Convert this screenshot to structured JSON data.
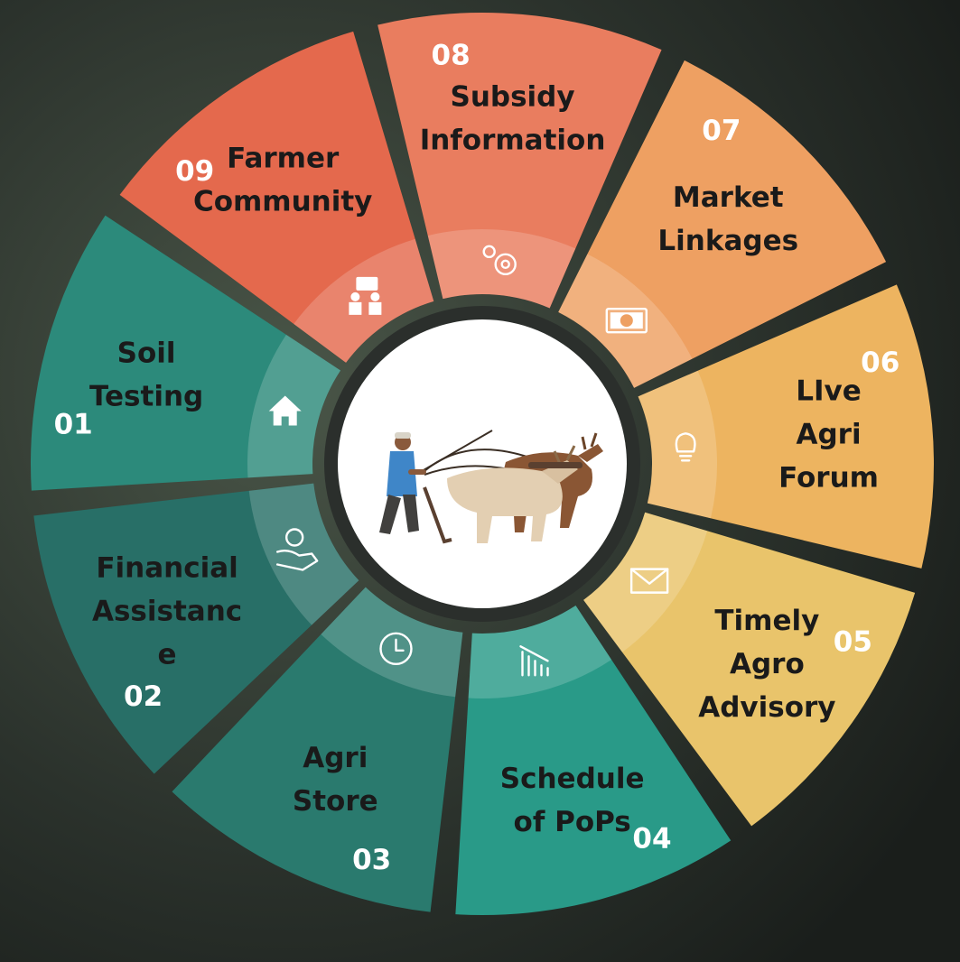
{
  "wheel": {
    "center_image": "farmer-ploughing-with-oxen",
    "segments": [
      {
        "number": "01",
        "title_lines": [
          "Soil",
          "Testing"
        ],
        "color": "#2c8a7b",
        "icon": "home-icon"
      },
      {
        "number": "09",
        "title_lines": [
          "Farmer",
          "Community"
        ],
        "color": "#e4694d",
        "icon": "chat-people-icon"
      },
      {
        "number": "08",
        "title_lines": [
          "Subsidy",
          "Information"
        ],
        "color": "#e97d5f",
        "icon": "gears-icon"
      },
      {
        "number": "07",
        "title_lines": [
          "Market",
          "Linkages"
        ],
        "color": "#eea062",
        "icon": "money-icon"
      },
      {
        "number": "06",
        "title_lines": [
          "LIve",
          "Agri",
          "Forum"
        ],
        "color": "#edb460",
        "icon": "lightbulb-icon"
      },
      {
        "number": "05",
        "title_lines": [
          "Timely",
          "Agro",
          "Advisory"
        ],
        "color": "#e9c46b",
        "icon": "mail-icon"
      },
      {
        "number": "04",
        "title_lines": [
          "Schedule",
          "of PoPs"
        ],
        "color": "#299a88",
        "icon": "bar-chart-icon"
      },
      {
        "number": "03",
        "title_lines": [
          "Agri",
          "Store"
        ],
        "color": "#2a7a6e",
        "icon": "clock-icon"
      },
      {
        "number": "02",
        "title_lines": [
          "Financial",
          "Assistanc",
          "e"
        ],
        "color": "#286f67",
        "icon": "hand-coin-icon"
      }
    ]
  }
}
